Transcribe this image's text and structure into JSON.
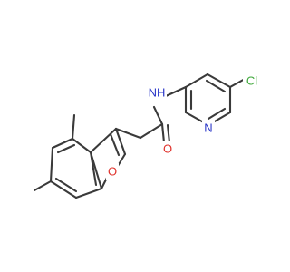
{
  "molecule": {
    "atoms": {
      "nh": "NH",
      "ring_n": "N",
      "cl": "Cl",
      "carbonyl_o": "O",
      "furan_o": "O"
    },
    "colors": {
      "bond": "#3a3a3a",
      "nitrogen": "#2a36c8",
      "oxygen": "#e0302a",
      "chlorine": "#3ea83a"
    }
  }
}
